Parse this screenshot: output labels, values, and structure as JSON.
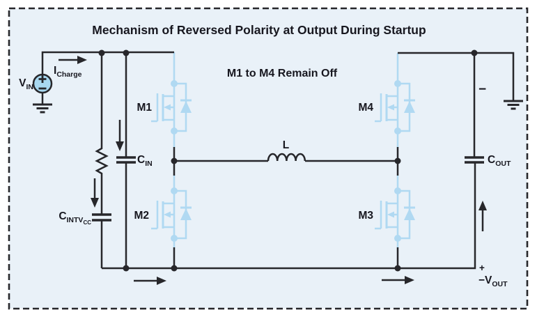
{
  "panel": {
    "title": "Mechanism of Reversed Polarity at Output During Startup",
    "note": "M1 to M4 Remain Off"
  },
  "labels": {
    "vin": {
      "base": "V",
      "sub": "IN"
    },
    "icharge": {
      "base": "I",
      "sub": "Charge"
    },
    "cin": {
      "base": "C",
      "sub": "IN"
    },
    "cintvcc": {
      "base": "C",
      "sub": "INTV",
      "subsub": "CC"
    },
    "cout": {
      "base": "C",
      "sub": "OUT"
    },
    "inductor": "L",
    "m1": "M1",
    "m2": "M2",
    "m3": "M3",
    "m4": "M4",
    "output_minus": "−",
    "output_plus": "+",
    "vout": {
      "base": "−V",
      "sub": "OUT"
    }
  },
  "colors": {
    "background": "#e9f1f8",
    "wire": "#27272b",
    "off_device_blue": "#b0d9f2",
    "source_fill": "#a8d8f0",
    "text": "#17171f"
  }
}
